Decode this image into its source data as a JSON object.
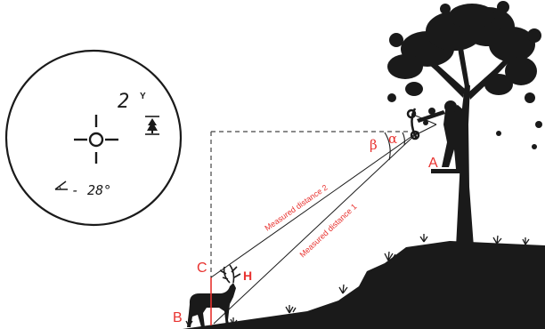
{
  "colors": {
    "accent_red": "#e8322f",
    "ink": "#1a1a1a",
    "background": "#ffffff"
  },
  "scope_view": {
    "distance_value": "2",
    "distance_unit": "Y",
    "mode_icon": "tree-mode-icon",
    "angle_icon": "angle-icon",
    "angle_readout": "- 28°"
  },
  "diagram": {
    "point_a": "A",
    "point_b": "B",
    "point_c": "C",
    "height_label": "H",
    "angle_alpha": "α",
    "angle_beta": "β",
    "line_1_label": "Measured distance 1",
    "line_2_label": "Measured distance 2"
  }
}
